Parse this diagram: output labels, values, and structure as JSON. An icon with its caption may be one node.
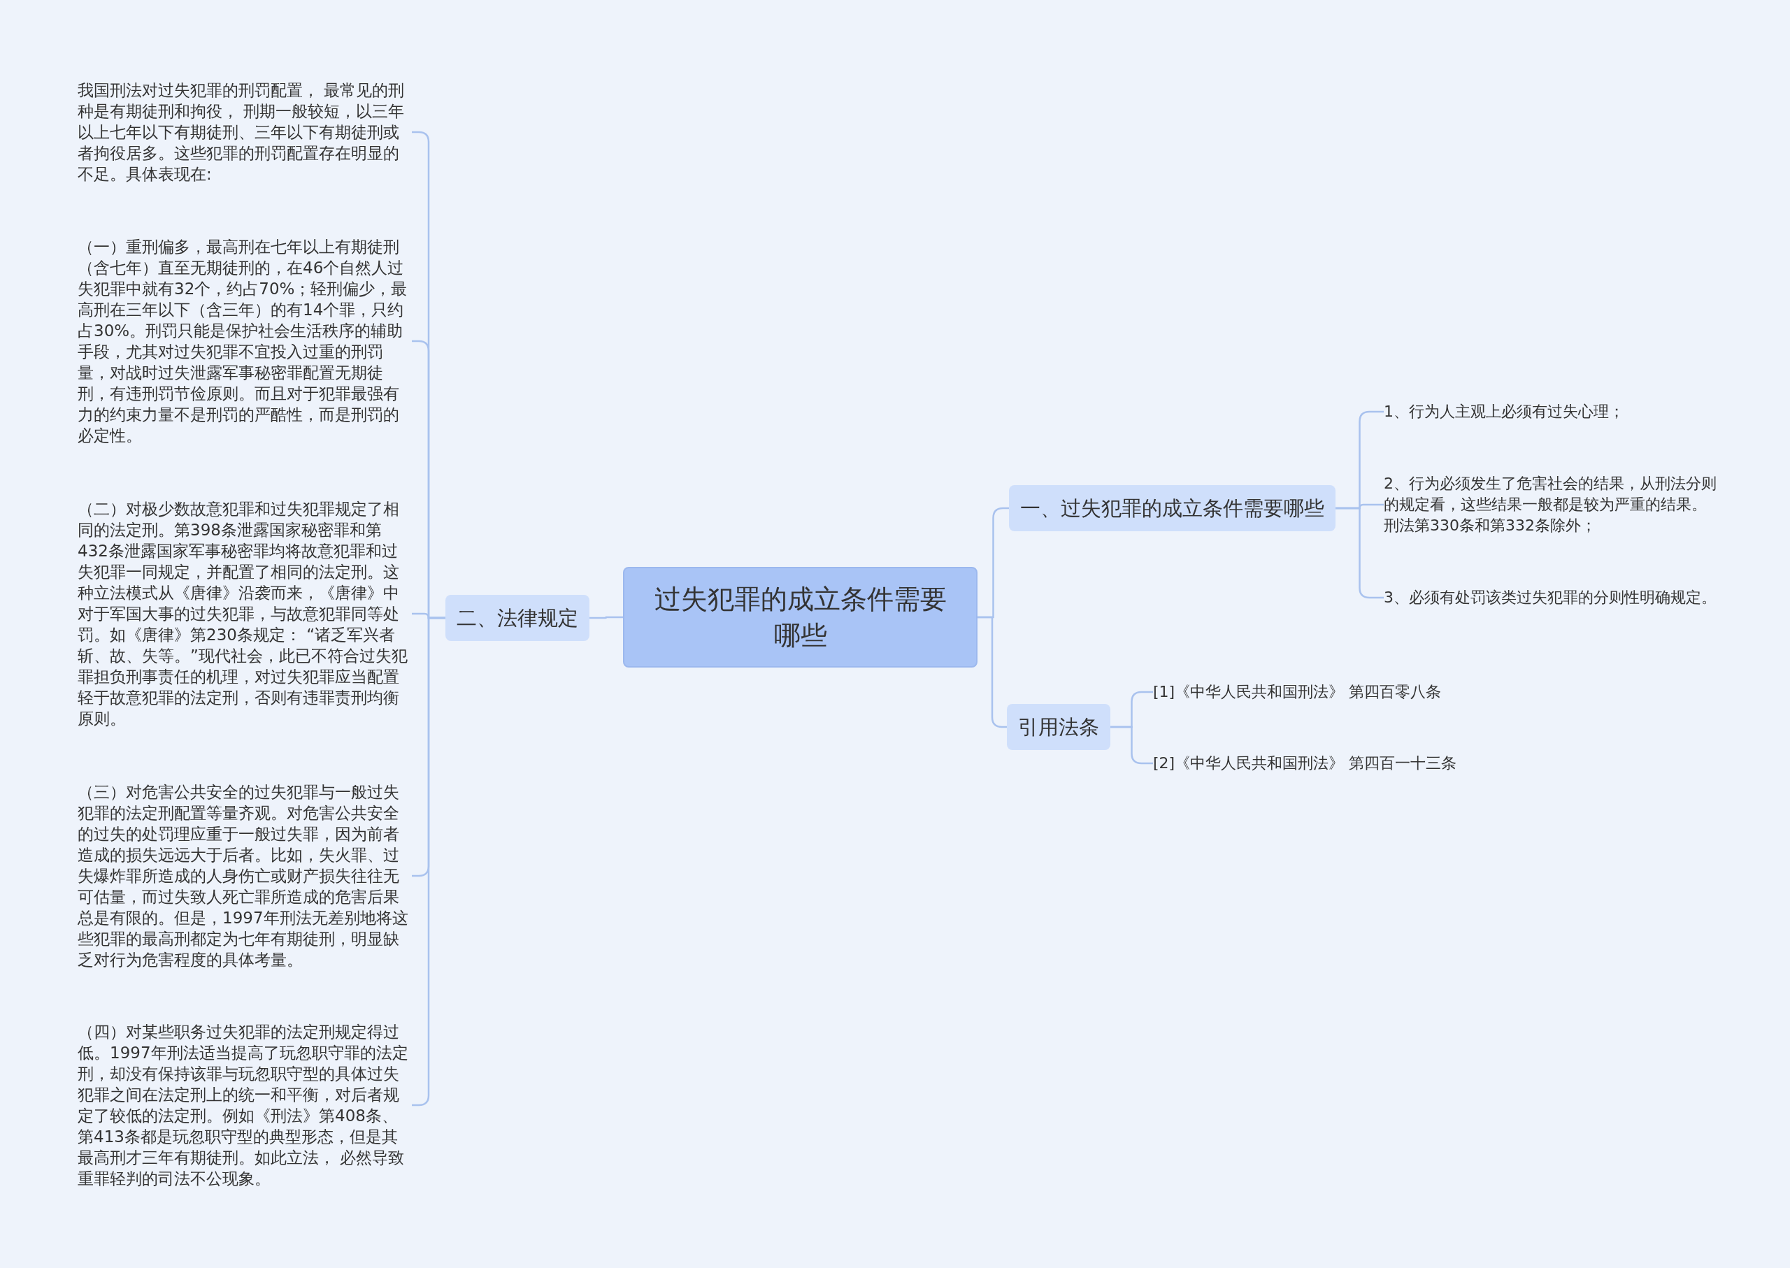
{
  "diagram": {
    "nodes": [
      {
        "text": [
          "过失犯罪的成立条件需要哪些"
        ]
      },
      {
        "text": [
          "一、过失犯罪的成立条件需要哪些"
        ]
      },
      {
        "text": [
          "1、行为人主观上必须有过失心理；"
        ]
      },
      {
        "text": [
          "2、行为必须发生了危害社会的结果，从刑法分则的规定看，这些结果一般都是较为严重的结果。刑法第330条和第332条除外；"
        ]
      },
      {
        "text": [
          "3、必须有处罚该类过失犯罪的分则性明确规定。"
        ]
      },
      {
        "text": [
          "引用法条"
        ]
      },
      {
        "text": [
          "[1]《中华人民共和国刑法》 第四百零八条"
        ]
      },
      {
        "text": [
          "[2]《中华人民共和国刑法》 第四百一十三条"
        ]
      },
      {
        "text": [
          "二、法律规定"
        ]
      },
      {
        "text": [
          "我国刑法对过失犯罪的刑罚配置， 最常见的刑种是有期徒刑和拘役， 刑期一般较短，以三年以上七年以下有期徒刑、三年以下有期徒刑或者拘役居多。这些犯罪的刑罚配置存在明显的不足。具体表现在:"
        ]
      },
      {
        "text": [
          "（一）重刑偏多，最高刑在七年以上有期徒刑（含七年）直至无期徒刑的，在46个自然人过失犯罪中就有32个，约占70%；轻刑偏少，最高刑在三年以下（含三年）的有14个罪，只约占30%。刑罚只能是保护社会生活秩序的辅助手段，尤其对过失犯罪不宜投入过重的刑罚量，对战时过失泄露军事秘密罪配置无期徒刑，有违刑罚节俭原则。而且对于犯罪最强有力的约束力量不是刑罚的严酷性，而是刑罚的必定性。"
        ]
      },
      {
        "text": [
          "（二）对极少数故意犯罪和过失犯罪规定了相同的法定刑。第398条泄露国家秘密罪和第432条泄露国家军事秘密罪均将故意犯罪和过失犯罪一同规定，并配置了相同的法定刑。这种立法模式从《唐律》沿袭而来，《唐律》中对于军国大事的过失犯罪，与故意犯罪同等处罚。如《唐律》第230条规定： “诸乏军兴者斩、故、失等。”现代社会，此已不符合过失犯罪担负刑事责任的机理，对过失犯罪应当配置轻于故意犯罪的法定刑，否则有违罪责刑均衡原则。"
        ]
      },
      {
        "text": [
          "（三）对危害公共安全的过失犯罪与一般过失犯罪的法定刑配置等量齐观。对危害公共安全的过失的处罚理应重于一般过失罪，因为前者造成的损失远远大于后者。比如，失火罪、过失爆炸罪所造成的人身伤亡或财产损失往往无可估量，而过失致人死亡罪所造成的危害后果总是有限的。但是，1997年刑法无差别地将这些犯罪的最高刑都定为七年有期徒刑，明显缺乏对行为危害程度的具体考量。"
        ]
      },
      {
        "text": [
          "（四）对某些职务过失犯罪的法定刑规定得过低。1997年刑法适当提高了玩忽职守罪的法定刑，却没有保持该罪与玩忽职守型的具体过失犯罪之间在法定刑上的统一和平衡，对后者规定了较低的法定刑。例如《刑法》第408条、第413条都是玩忽职守型的典型形态，但是其最高刑才三年有期徒刑。如此立法， 必然导致重罪轻判的司法不公现象。"
        ]
      }
    ],
    "edges": [
      {
        "from": 0,
        "to": 1,
        "arrow": "none"
      },
      {
        "from": 1,
        "to": 2,
        "arrow": "none"
      },
      {
        "from": 1,
        "to": 3,
        "arrow": "none"
      },
      {
        "from": 1,
        "to": 4,
        "arrow": "none"
      },
      {
        "from": 0,
        "to": 5,
        "arrow": "none"
      },
      {
        "from": 5,
        "to": 6,
        "arrow": "none"
      },
      {
        "from": 5,
        "to": 7,
        "arrow": "none"
      },
      {
        "from": 0,
        "to": 8,
        "arrow": "none"
      },
      {
        "from": 8,
        "to": 9,
        "arrow": "none"
      },
      {
        "from": 8,
        "to": 10,
        "arrow": "none"
      },
      {
        "from": 8,
        "to": 11,
        "arrow": "none"
      },
      {
        "from": 8,
        "to": 12,
        "arrow": "none"
      },
      {
        "from": 8,
        "to": 13,
        "arrow": "none"
      }
    ]
  }
}
